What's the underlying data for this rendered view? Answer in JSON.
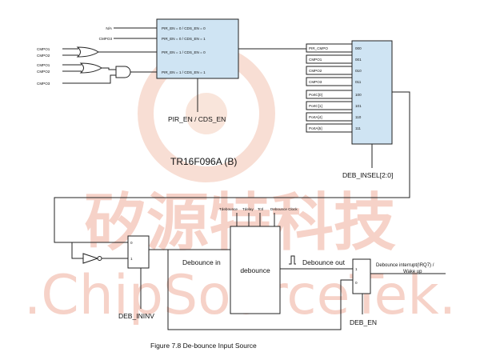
{
  "watermark": {
    "chinese": "矽源特科技",
    "latin": ".ChipSourceTek.",
    "color": "#f3c3b6"
  },
  "top_mux": {
    "inputs": [
      "N/A",
      "CMPO3"
    ],
    "gate_inputs": [
      "CMPO1",
      "CMPO2",
      "CMPO1",
      "CMPO2",
      "CMPO3"
    ],
    "rows": [
      "PIR_EN = 0 / CDS_EN = 0",
      "PIR_EN = 0 / CDS_EN = 1",
      "PIR_EN = 1 / CDS_EN = 0",
      "PIR_EN = 1 / CDS_EN = 1"
    ],
    "select_label": "PIR_EN / CDS_EN"
  },
  "right_mux": {
    "inputs": [
      "PIR_CMPO",
      "CMPO1",
      "CMPO2",
      "CMPO3",
      "PortC[0]",
      "PortC[1]",
      "PortA[4]",
      "PortA[5]"
    ],
    "codes": [
      "000",
      "001",
      "010",
      "011",
      "100",
      "101",
      "110",
      "111"
    ],
    "select_label": "DEB_INSEL[2:0]"
  },
  "chip_label": "TR16F096A (B)",
  "inv_mux": {
    "codes": [
      "0",
      "1"
    ],
    "select_label": "DEB_ININV"
  },
  "debounce": {
    "label": "debounce",
    "inputs": [
      "Tdebounce",
      "Tdelay",
      "Tctl",
      "Debounce Clock"
    ],
    "in_label": "Debounce in",
    "out_label": "Debounce out"
  },
  "en_mux": {
    "codes": [
      "1",
      "0"
    ],
    "select_label": "DEB_EN",
    "output_label_line1": "Debounce interrupt(IRQ7) /",
    "output_label_line2": "Wake up"
  },
  "caption": "Figure 7.8 De-bounce Input Source"
}
